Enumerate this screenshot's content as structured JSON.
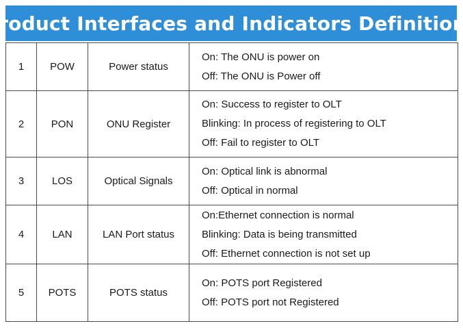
{
  "title": "Product Interfaces and Indicators Definitions",
  "rows": [
    {
      "num": "1",
      "code": "POW",
      "name": "Power status",
      "desc": [
        "On: The ONU is power on",
        "Off: The ONU is Power off"
      ]
    },
    {
      "num": "2",
      "code": "PON",
      "name": "ONU Register",
      "desc": [
        "On: Success to register to OLT",
        "Blinking: In process of registering to OLT",
        "Off: Fail to register to OLT"
      ]
    },
    {
      "num": "3",
      "code": "LOS",
      "name": "Optical Signals",
      "desc": [
        "On: Optical link is abnormal",
        "Off: Optical in normal"
      ]
    },
    {
      "num": "4",
      "code": "LAN",
      "name": "LAN Port status",
      "desc": [
        "On:Ethernet connection is normal",
        "Blinking: Data is being transmitted",
        "Off: Ethernet connection is not set up"
      ]
    },
    {
      "num": "5",
      "code": "POTS",
      "name": "POTS status",
      "desc": [
        "On: POTS port Registered",
        "Off: POTS port not Registered"
      ]
    }
  ],
  "colors": {
    "title_background": "#2e8fd8",
    "title_text": "#ffffff",
    "border": "#4a4a4a"
  }
}
